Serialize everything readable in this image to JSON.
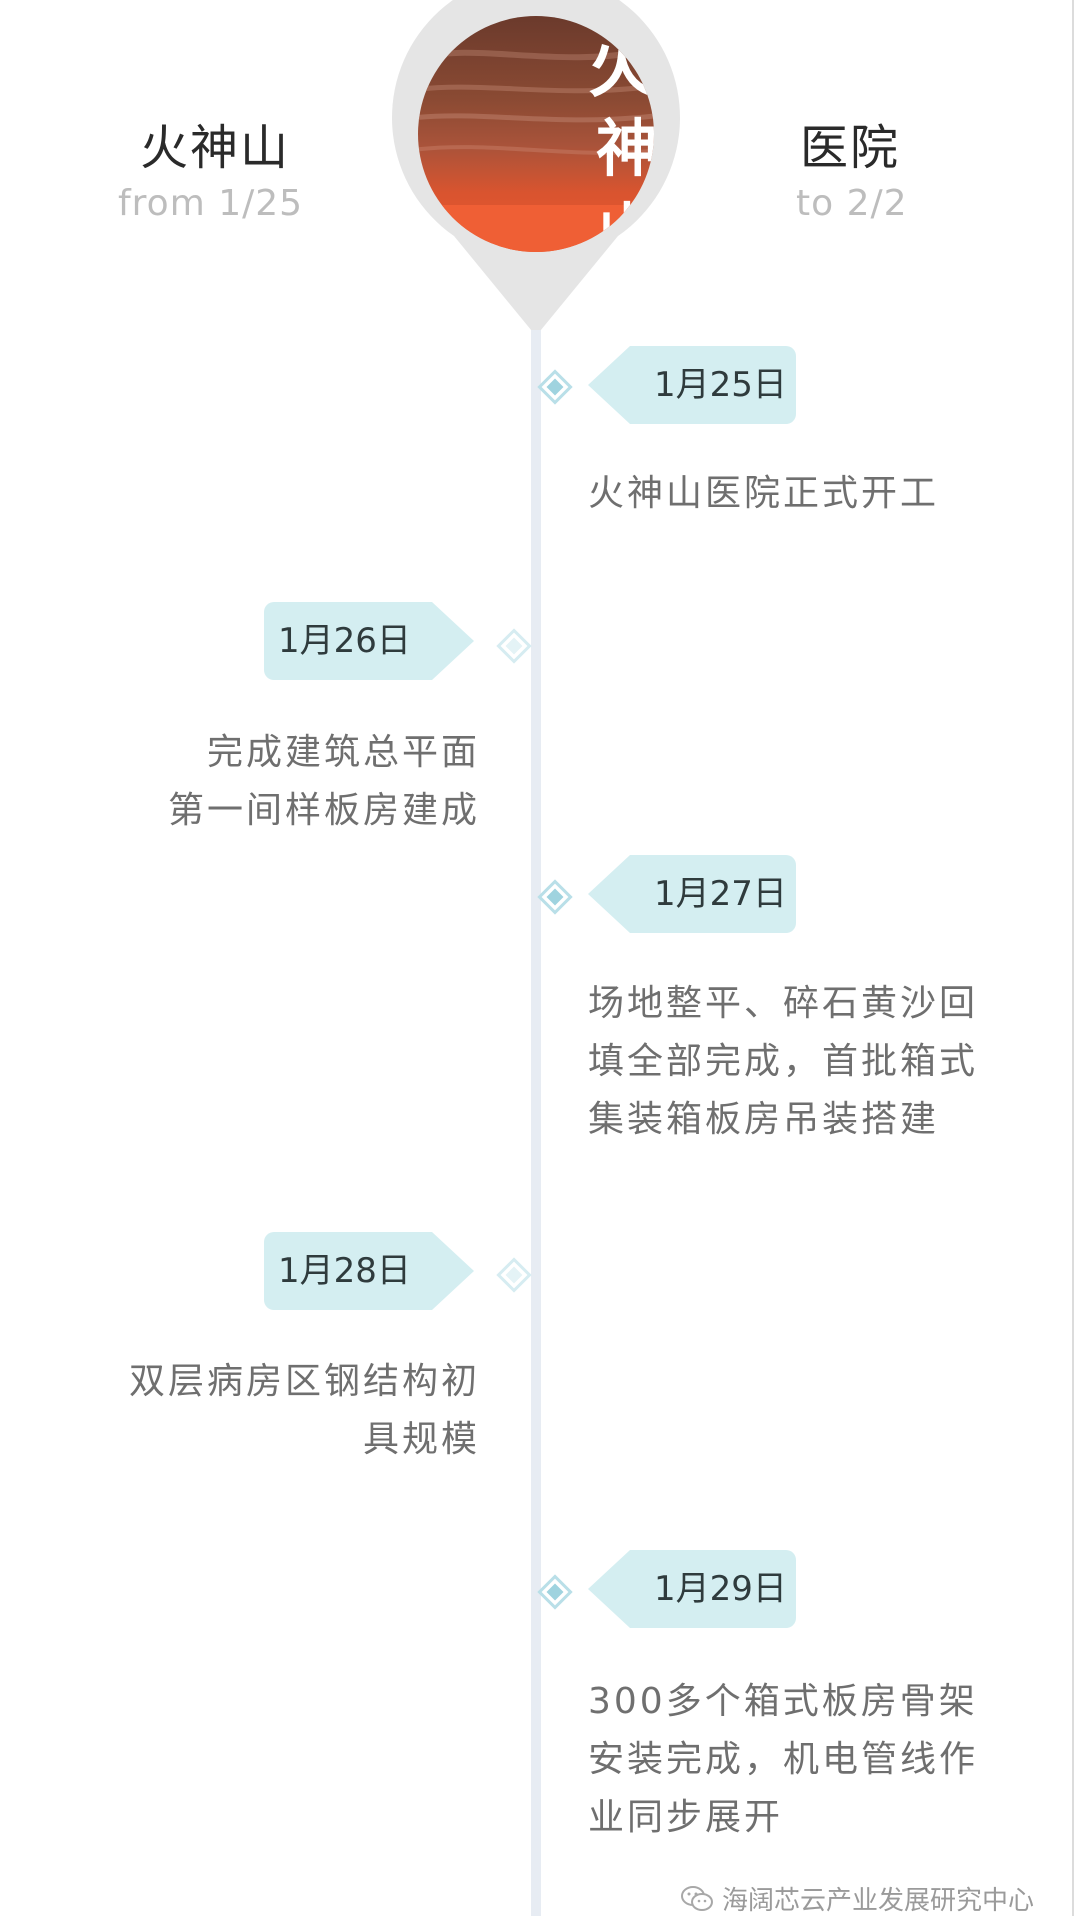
{
  "header": {
    "title_left": "火神山",
    "title_right": "医院",
    "from": "from 1/25",
    "to": "to 2/2",
    "pin_text": "火神山"
  },
  "events": [
    {
      "date": "1月25日",
      "side": "right",
      "lines": [
        "火神山医院正式开工"
      ]
    },
    {
      "date": "1月26日",
      "side": "left",
      "lines": [
        "完成建筑总平面",
        "第一间样板房建成"
      ]
    },
    {
      "date": "1月27日",
      "side": "right",
      "lines": [
        "场地整平、碎石黄沙回",
        "填全部完成，首批箱式",
        "集装箱板房吊装搭建"
      ]
    },
    {
      "date": "1月28日",
      "side": "left",
      "lines": [
        "双层病房区钢结构初",
        "具规模"
      ]
    },
    {
      "date": "1月29日",
      "side": "right",
      "lines": [
        "300多个箱式板房骨架",
        "安装完成，机电管线作",
        "业同步展开"
      ]
    }
  ],
  "watermark": "海阔芯云产业发展研究中心",
  "colors": {
    "tag_bg": "#d4eef1",
    "axis": "#e7ecf3",
    "diamond": "#9fd3df",
    "pin_gray": "#e5e5e5",
    "pin_orange": "#e8552e"
  },
  "icons": [
    "wechat-icon",
    "diamond-marker-icon"
  ]
}
